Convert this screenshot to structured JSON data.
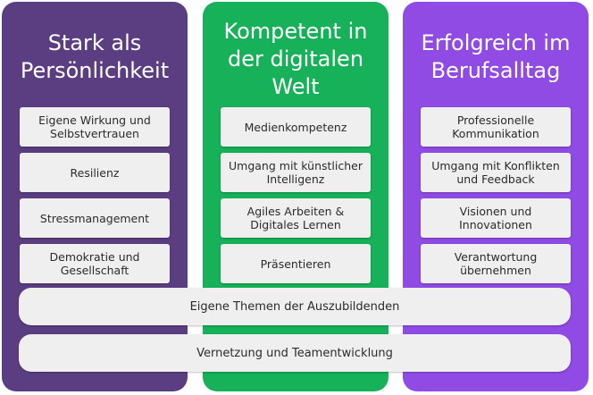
{
  "columns": [
    {
      "title": "Stark als\nPersönlichkeit",
      "color": "#5b3d82",
      "cards": [
        "Eigene Wirkung und\nSelbstvertrauen",
        "Resilienz",
        "Stressmanagement",
        "Demokratie und\nGesellschaft"
      ]
    },
    {
      "title": "Kompetent in\nder digitalen\nWelt",
      "color": "#16b158",
      "cards": [
        "Medienkompetenz",
        "Umgang mit künstlicher\nIntelligenz",
        "Agiles Arbeiten &\nDigitales Lernen",
        "Präsentieren"
      ]
    },
    {
      "title": "Erfolgreich im\nBerufsalltag",
      "color": "#8f4be4",
      "cards": [
        "Professionelle\nKommunikation",
        "Umgang mit Konflikten\nund Feedback",
        "Visionen und\nInnovationen",
        "Verantwortung\nübernehmen"
      ]
    }
  ],
  "bands": [
    "Eigene Themen der Auszubildenden",
    "Vernetzung und Teamentwicklung"
  ]
}
